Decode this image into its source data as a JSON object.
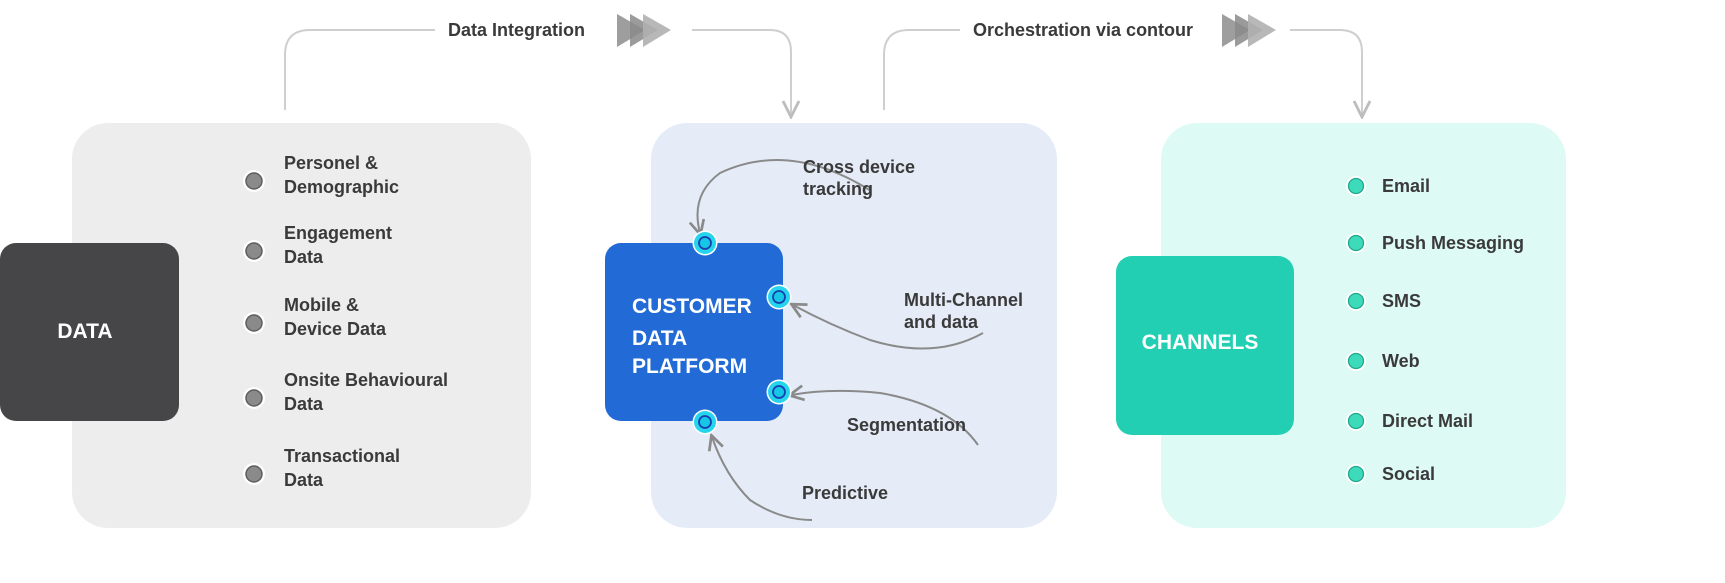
{
  "flows": [
    {
      "label": "Data Integration",
      "icon": "triple-chevron-right-icon"
    },
    {
      "label": "Orchestration via contour",
      "icon": "triple-chevron-right-icon"
    }
  ],
  "data_panel": {
    "title": "DATA",
    "items": [
      {
        "line1": "Personel &",
        "line2": "Demographic"
      },
      {
        "line1": "Engagement",
        "line2": "Data"
      },
      {
        "line1": "Mobile &",
        "line2": "Device Data"
      },
      {
        "line1": "Onsite Behavioural",
        "line2": "Data"
      },
      {
        "line1": "Transactional",
        "line2": "Data"
      }
    ]
  },
  "cdp_panel": {
    "title_lines": [
      "CUSTOMER",
      "DATA",
      "PLATFORM"
    ],
    "inputs": [
      {
        "line1": "Cross device",
        "line2": "tracking"
      },
      {
        "line1": "Multi-Channel",
        "line2": "and data"
      },
      {
        "line1": "Segmentation",
        "line2": ""
      },
      {
        "line1": "Predictive",
        "line2": ""
      }
    ]
  },
  "channels_panel": {
    "title": "CHANNELS",
    "items": [
      "Email",
      "Push Messaging",
      "SMS",
      "Web",
      "Direct Mail",
      "Social"
    ]
  },
  "colors": {
    "data_panel_bg": "#ededed",
    "data_box": "#464648",
    "cdp_panel_bg": "#e5ecf8",
    "cdp_box": "#226bd6",
    "cdp_dot": "#26d4ee",
    "channels_panel_bg": "#defaf4",
    "channels_box": "#22cfb2",
    "channel_dot": "#3ddbb9"
  }
}
